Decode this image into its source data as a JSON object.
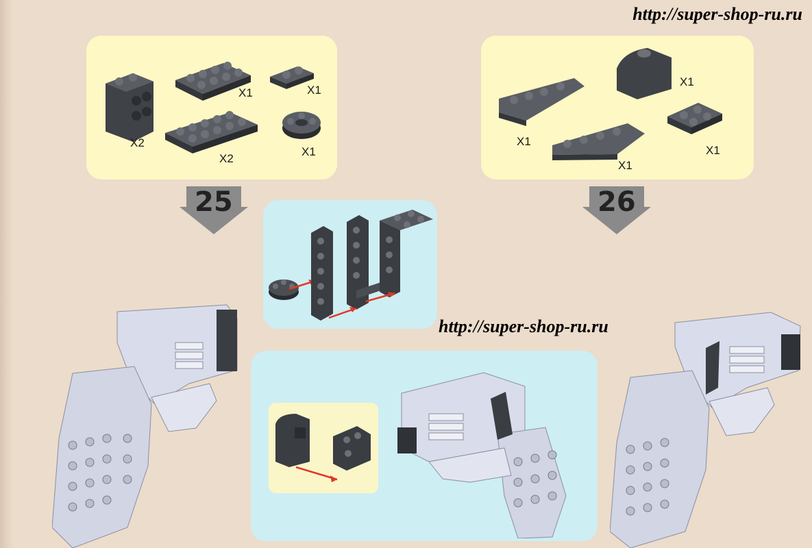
{
  "watermarks": {
    "top": "http://super-shop-ru.ru",
    "middle": "http://super-shop-ru.ru"
  },
  "step25": {
    "number": "25",
    "parts": [
      {
        "icon": "bracket-brick-icon",
        "qty": "X2"
      },
      {
        "icon": "plate-2x4-icon",
        "qty": "X1"
      },
      {
        "icon": "plate-1x2-icon",
        "qty": "X1"
      },
      {
        "icon": "plate-2x6-icon",
        "qty": "X2"
      },
      {
        "icon": "round-plate-2x2-icon",
        "qty": "X1"
      }
    ]
  },
  "step26": {
    "number": "26",
    "parts": [
      {
        "icon": "curved-slope-icon",
        "qty": "X1"
      },
      {
        "icon": "wedge-plate-left-icon",
        "qty": "X1"
      },
      {
        "icon": "wedge-plate-right-icon",
        "qty": "X1"
      },
      {
        "icon": "plate-2x2-icon",
        "qty": "X1"
      }
    ]
  },
  "colors": {
    "page": "#ecdccb",
    "parts_panel": "#fdf8c4",
    "subassembly_panel": "#cdeef3",
    "brick_dark": "#4a4d52",
    "brick_light": "#d8dce8",
    "arrow_gray": "#8a8a8a",
    "red_arrow": "#e0382a"
  }
}
